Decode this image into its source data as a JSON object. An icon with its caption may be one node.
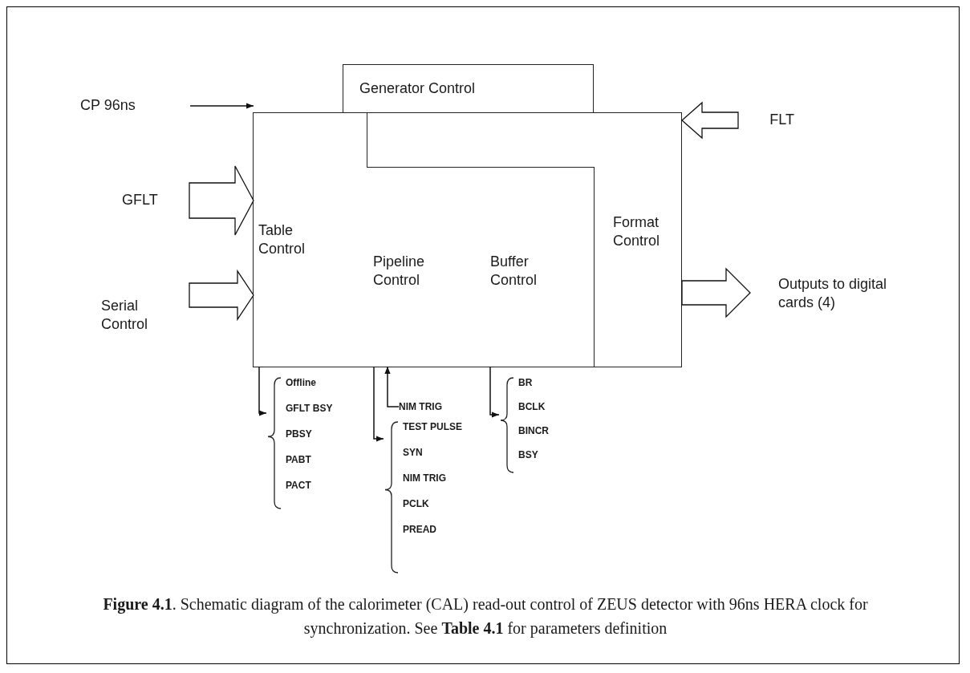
{
  "diagram": {
    "caption": "**Figure 4.1**. Schematic diagram of the calorimeter (CAL) read-out control of ZEUS detector with 96ns HERA clock for synchronization. See **Table 4.1** for parameters definition",
    "nodes": [
      {
        "text": [
          "Generator Control"
        ]
      },
      {
        "text": [
          "Format Control"
        ]
      },
      {
        "text": [
          "Table Control"
        ],
        "in": 1
      },
      {
        "text": [
          "Pipeline Control"
        ],
        "in": 1
      },
      {
        "text": [
          "Buffer Control"
        ],
        "in": 1
      },
      {
        "text": [
          "CP 96ns"
        ]
      },
      {
        "text": [
          "GFLT"
        ]
      },
      {
        "text": [
          "Serial Control"
        ]
      },
      {
        "text": [
          "FLT"
        ]
      },
      {
        "text": [
          "Outputs to digital cards (4)"
        ]
      },
      {
        "text": [
          "Offline",
          "GFLT BSY",
          "PBSY",
          "PABT",
          "PACT"
        ]
      },
      {
        "text": [
          "NIM TRIG"
        ]
      },
      {
        "text": [
          "TEST PULSE",
          "SYN",
          "NIM TRIG",
          "PCLK",
          "PREAD"
        ]
      },
      {
        "text": [
          "BR",
          "BCLK",
          "BINCR",
          "BSY"
        ]
      }
    ],
    "edges": [
      {
        "from": 5,
        "to": 2,
        "arrow": "to"
      },
      {
        "from": 6,
        "to": 2,
        "arrow": "to",
        "style": "thick"
      },
      {
        "from": 7,
        "to": 2,
        "arrow": "to",
        "style": "thick"
      },
      {
        "from": 8,
        "to": 1,
        "arrow": "to",
        "style": "thick"
      },
      {
        "from": 1,
        "to": 9,
        "arrow": "to",
        "style": "thick"
      },
      {
        "from": 2,
        "to": 10,
        "arrow": "to"
      },
      {
        "from": 11,
        "to": 3,
        "arrow": "to"
      },
      {
        "from": 3,
        "to": 12,
        "arrow": "to"
      },
      {
        "from": 4,
        "to": 13,
        "arrow": "to"
      }
    ]
  }
}
